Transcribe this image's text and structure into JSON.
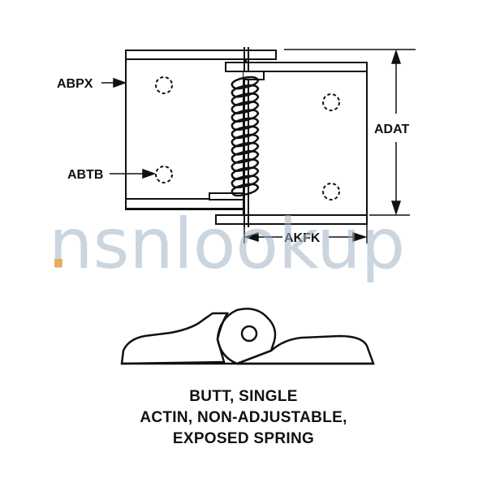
{
  "labels": {
    "abpx": "ABPX",
    "abtb": "ABTB",
    "adat": "ADAT",
    "akfk": "AKFK"
  },
  "watermark": "nsnlookup",
  "caption": {
    "line1": "BUTT, SINGLE",
    "line2": "ACTIN, NON-ADJUSTABLE,",
    "line3": "EXPOSED SPRING"
  },
  "colors": {
    "line": "#111111",
    "watermark": "#9fb4c8",
    "watermark_accent": "#f0a040"
  }
}
